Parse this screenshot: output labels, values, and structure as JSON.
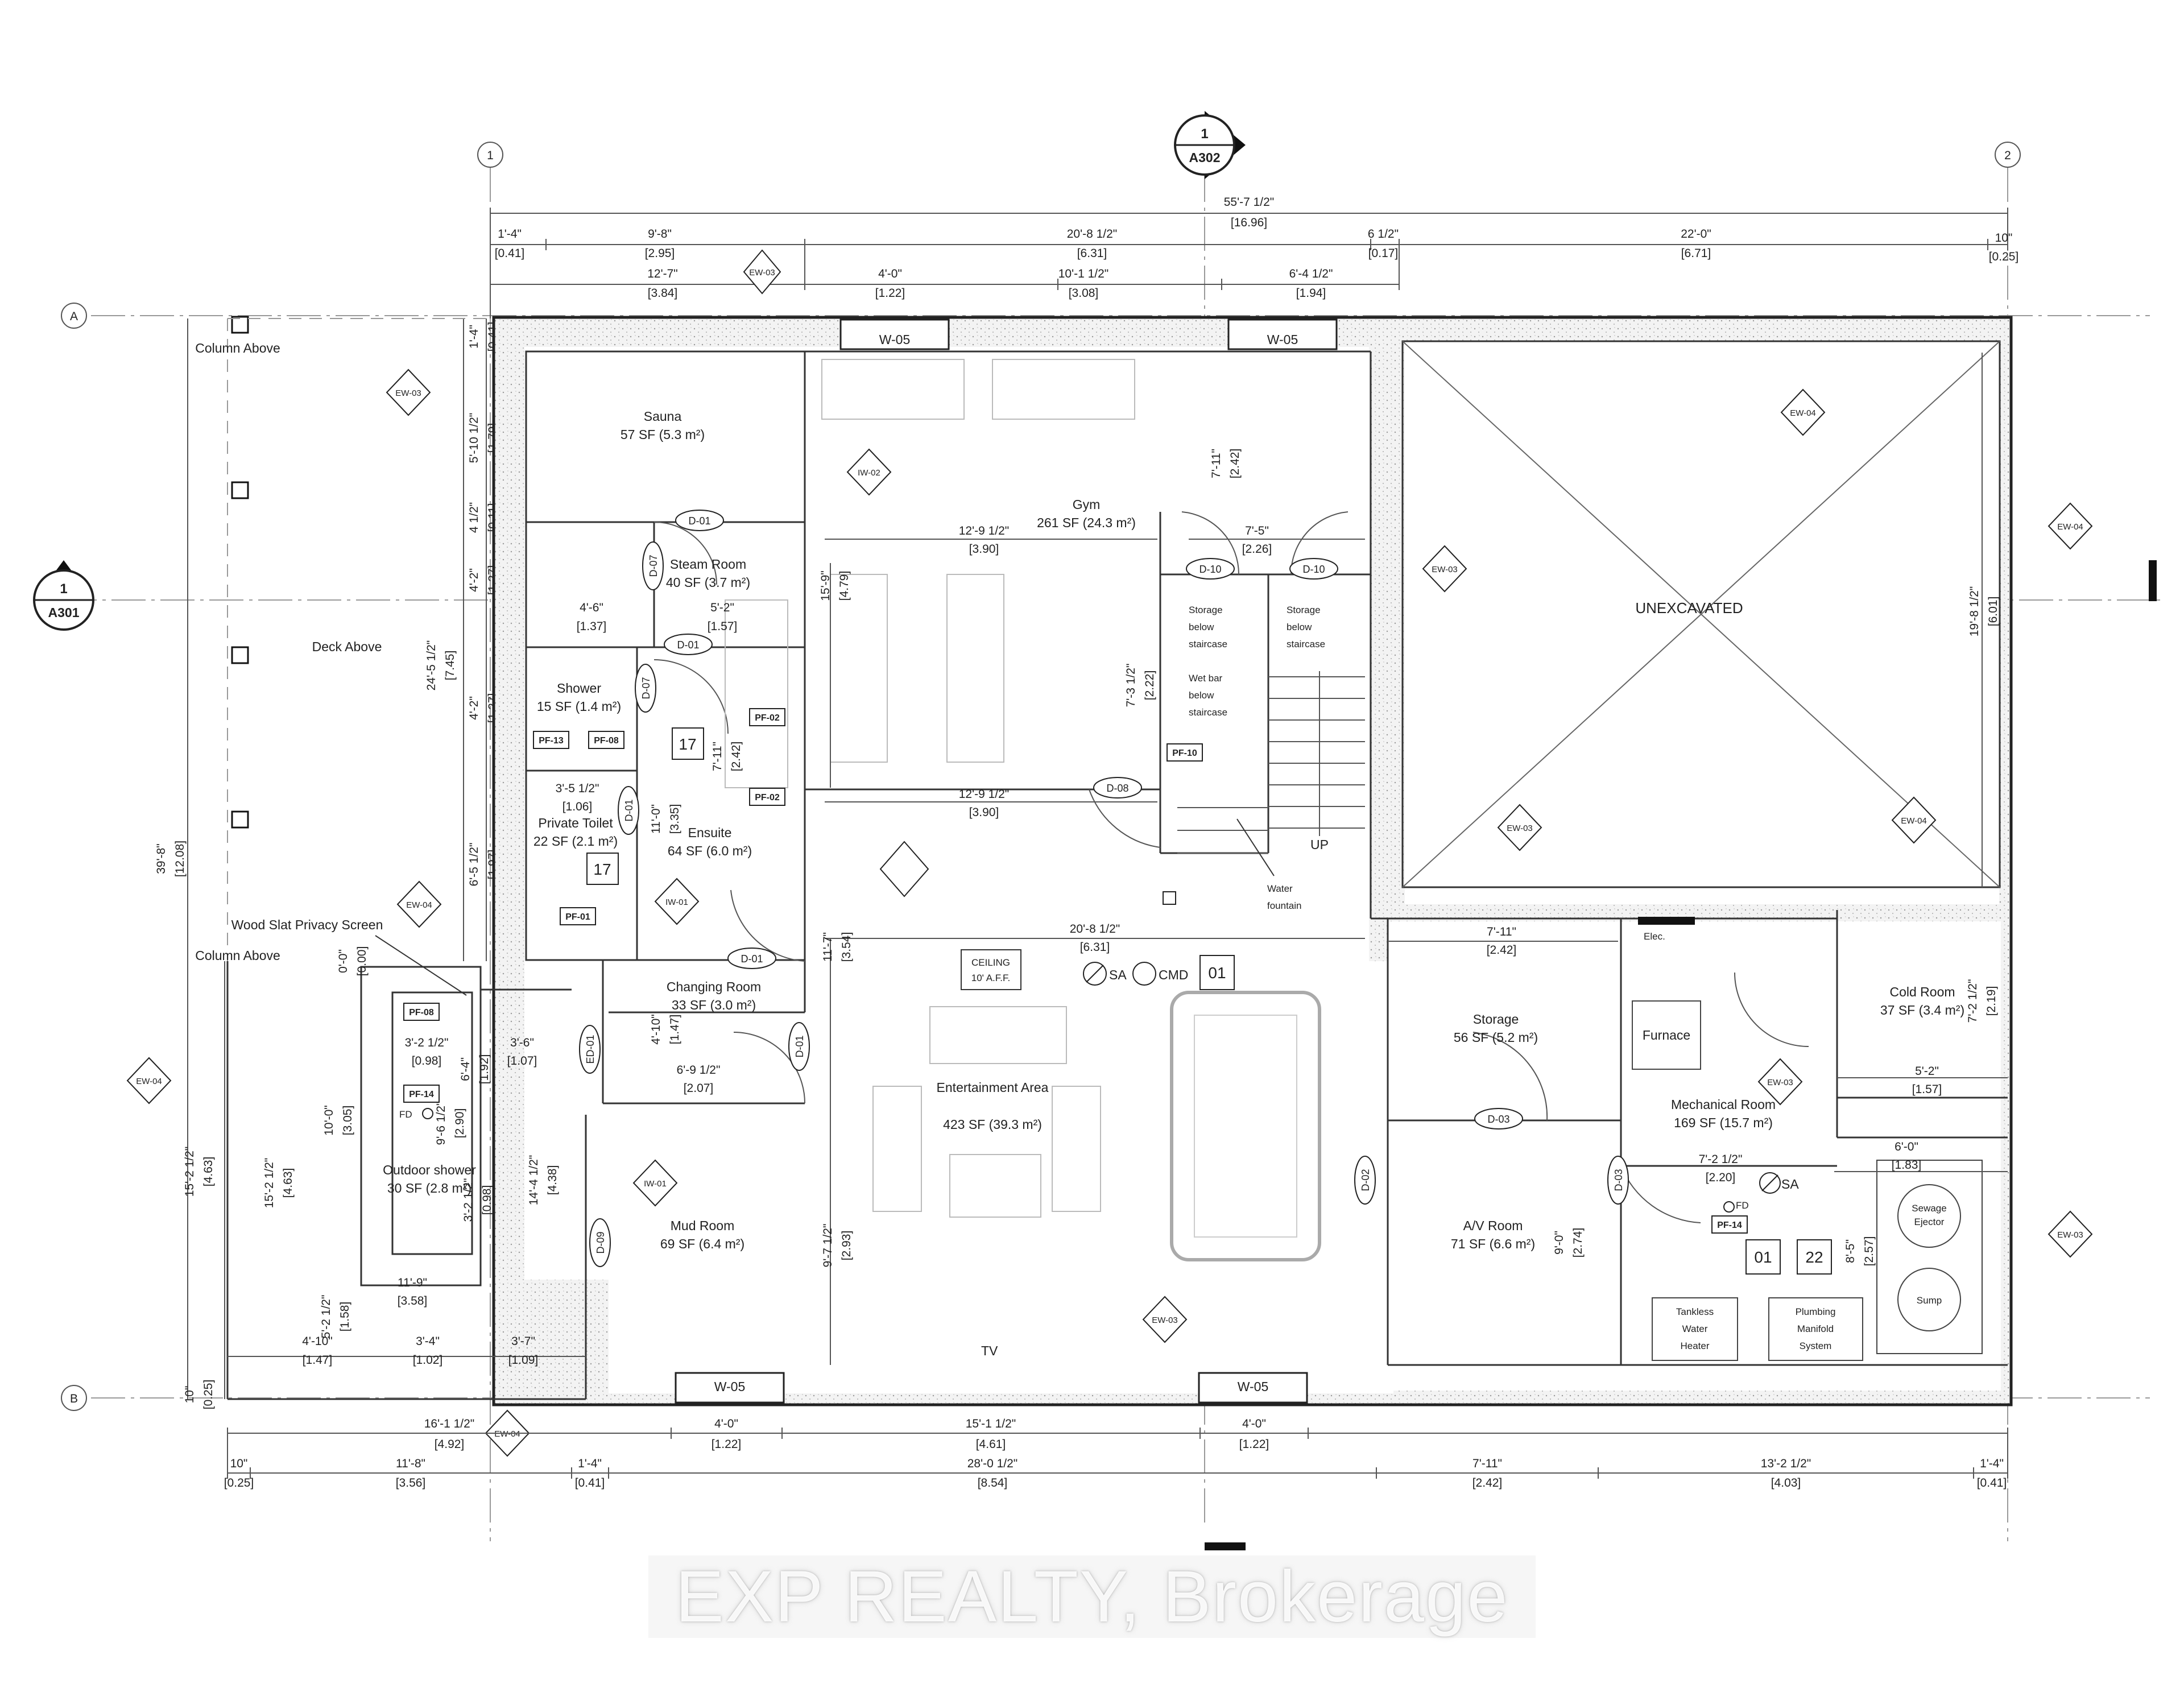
{
  "section_markers": [
    {
      "number": "1",
      "sheet": "A302"
    },
    {
      "number": "1",
      "sheet": "A301"
    }
  ],
  "grid_labels": [
    "1",
    "2",
    "A",
    "B"
  ],
  "rooms": [
    {
      "name": "Sauna",
      "area": "57 SF (5.3 m²)"
    },
    {
      "name": "Steam Room",
      "area": "40 SF (3.7 m²)"
    },
    {
      "name": "Shower",
      "area": "15 SF (1.4 m²)"
    },
    {
      "name": "Private Toilet",
      "area": "22 SF (2.1 m²)"
    },
    {
      "name": "Ensuite",
      "area": "64 SF (6.0 m²)"
    },
    {
      "name": "Changing Room",
      "area": "33 SF (3.0 m²)"
    },
    {
      "name": "Gym",
      "area": "261 SF (24.3 m²)"
    },
    {
      "name": "Entertainment Area",
      "area": "423 SF (39.3 m²)"
    },
    {
      "name": "Mud Room",
      "area": "69 SF (6.4 m²)"
    },
    {
      "name": "Storage",
      "area": "56 SF (5.2 m²)"
    },
    {
      "name": "A/V Room",
      "area": "71 SF (6.6 m²)"
    },
    {
      "name": "Mechanical Room",
      "area": "169 SF (15.7 m²)"
    },
    {
      "name": "Cold Room",
      "area": "37 SF (3.4 m²)"
    },
    {
      "name": "Outdoor shower",
      "area": "30 SF (2.8 m²)"
    }
  ],
  "labels": {
    "unexcavated": "UNEXCAVATED",
    "deck_above": "Deck Above",
    "column_above": "Column Above",
    "wood_slat": "Wood Slat Privacy Screen",
    "storage_stair_1": [
      "Storage",
      "below",
      "staircase"
    ],
    "storage_stair_2": [
      "Storage",
      "below",
      "staircase"
    ],
    "wet_bar": [
      "Wet bar",
      "below",
      "staircase"
    ],
    "water_fountain": [
      "Water",
      "fountain"
    ],
    "up": "UP",
    "tv": "TV",
    "elec": "Elec.",
    "furnace": "Furnace",
    "sewage": [
      "Sewage",
      "Ejector"
    ],
    "sump": "Sump",
    "tankless": [
      "Tankless",
      "Water",
      "Heater"
    ],
    "plumbing": [
      "Plumbing",
      "Manifold",
      "System"
    ],
    "ceiling": [
      "CEILING",
      "10' A.F.F."
    ],
    "sa": "SA",
    "cmd": "CMD",
    "fd": "FD"
  },
  "tags": {
    "windows": [
      "W-05",
      "W-05",
      "W-05",
      "W-05"
    ],
    "doors": [
      "D-01",
      "D-07",
      "D-01",
      "D-07",
      "D-01",
      "D-01",
      "D-01",
      "D-08",
      "D-10",
      "D-10",
      "D-03",
      "D-02",
      "D-03",
      "D-09",
      "ED-01"
    ],
    "walls": [
      "EW-03",
      "EW-03",
      "EW-03",
      "EW-03",
      "EW-03",
      "EW-03",
      "EW-04",
      "EW-04",
      "EW-04",
      "EW-04",
      "EW-04",
      "EW-04",
      "EW-03",
      "IW-02",
      "IW-01",
      "IW-01"
    ],
    "fixtures": [
      "PF-13",
      "PF-08",
      "PF-02",
      "PF-02",
      "PF-01",
      "PF-08",
      "PF-14",
      "PF-10",
      "PF-14"
    ],
    "keynotes": [
      "17",
      "17",
      "01",
      "01",
      "22"
    ]
  },
  "dimensions": {
    "overall_top": [
      "55'-7 1/2\"",
      "[16.96]"
    ],
    "top_row2": [
      [
        "1'-4\"",
        "[0.41]"
      ],
      [
        "9'-8\"",
        "[2.95]"
      ],
      [
        "20'-8 1/2\"",
        "[6.31]"
      ],
      [
        "6 1/2\"",
        "[0.17]"
      ],
      [
        "22'-0\"",
        "[6.71]"
      ],
      [
        "10\"",
        "[0.25]"
      ]
    ],
    "top_row3": [
      [
        "12'-7\"",
        "[3.84]"
      ],
      [
        "4'-0\"",
        "[1.22]"
      ],
      [
        "10'-1 1/2\"",
        "[3.08]"
      ],
      [
        "6'-4 1/2\"",
        "[1.94]"
      ]
    ],
    "left_vertical": [
      [
        "1'-4\"",
        "[0.41]"
      ],
      [
        "5'-10 1/2\"",
        "[1.79]"
      ],
      [
        "4 1/2\"",
        "[0.11]"
      ],
      [
        "4'-2\"",
        "[1.27]"
      ],
      [
        "4'-2\"",
        "[1.27]"
      ],
      [
        "6'-5 1/2\"",
        "[1.97]"
      ]
    ],
    "left_overall": [
      "24'-5 1/2\"",
      "[7.45]"
    ],
    "left_total": [
      "39'-8\"",
      "[12.08]"
    ],
    "left_lower": [
      "15'-2 1/2\"",
      "[4.63]"
    ],
    "interior": [
      [
        "12'-9 1/2\"",
        "[3.90]"
      ],
      [
        "12'-9 1/2\"",
        "[3.90]"
      ],
      [
        "7'-5\"",
        "[2.26]"
      ],
      [
        "7'-11\"",
        "[2.42]"
      ],
      [
        "15'-9\"",
        "[4.79]"
      ],
      [
        "7'-3 1/2\"",
        "[2.22]"
      ],
      [
        "20'-8 1/2\"",
        "[6.31]"
      ],
      [
        "11'-7\"",
        "[3.54]"
      ],
      [
        "4'-6\"",
        "[1.37]"
      ],
      [
        "5'-2\"",
        "[1.57]"
      ],
      [
        "3'-5 1/2\"",
        "[1.06]"
      ],
      [
        "11'-0\"",
        "[3.35]"
      ],
      [
        "7'-11\"",
        "[2.42]"
      ],
      [
        "6'-9 1/2\"",
        "[2.07]"
      ],
      [
        "4'-10\"",
        "[1.47]"
      ],
      [
        "3'-2 1/2\"",
        "[0.98]"
      ],
      [
        "3'-6\"",
        "[1.07]"
      ],
      [
        "9'-6 1/2\"",
        "[2.90]"
      ],
      [
        "6'-4\"",
        "[1.92]"
      ],
      [
        "14'-4 1/2\"",
        "[4.38]"
      ],
      [
        "3'-2 1/2\"",
        "[0.98]"
      ],
      [
        "10'-0\"",
        "[3.05]"
      ],
      [
        "15'-2 1/2\"",
        "[4.63]"
      ],
      [
        "11'-9\"",
        "[3.58]"
      ],
      [
        "5'-2 1/2\"",
        "[1.58]"
      ],
      [
        "9'-7 1/2\"",
        "[2.93]"
      ],
      [
        "19'-8 1/2\"",
        "[6.01]"
      ],
      [
        "7'-11\"",
        "[2.42]"
      ],
      [
        "7'-2 1/2\"",
        "[2.19]"
      ],
      [
        "5'-2\"",
        "[1.57]"
      ],
      [
        "6'-0\"",
        "[1.83]"
      ],
      [
        "7'-2 1/2\"",
        "[2.20]"
      ],
      [
        "9'-0\"",
        "[2.74]"
      ],
      [
        "8'-5\"",
        "[2.57]"
      ],
      [
        "0'-0\"",
        "[0.00]"
      ]
    ],
    "bottom_row1": [
      [
        "4'-10\"",
        "[1.47]"
      ],
      [
        "3'-4\"",
        "[1.02]"
      ],
      [
        "3'-7\"",
        "[1.09]"
      ]
    ],
    "bottom_row2": [
      [
        "16'-1 1/2\"",
        "[4.92]"
      ],
      [
        "4'-0\"",
        "[1.22]"
      ],
      [
        "15'-1 1/2\"",
        "[4.61]"
      ],
      [
        "4'-0\"",
        "[1.22]"
      ]
    ],
    "bottom_row3": [
      [
        "10\"",
        "[0.25]"
      ],
      [
        "11'-8\"",
        "[3.56]"
      ],
      [
        "1'-4\"",
        "[0.41]"
      ],
      [
        "28'-0 1/2\"",
        "[8.54]"
      ],
      [
        "7'-11\"",
        "[2.42]"
      ],
      [
        "13'-2 1/2\"",
        "[4.03]"
      ],
      [
        "1'-4\"",
        "[0.41]"
      ]
    ],
    "left_bottom": [
      "10\"",
      "[0.25]"
    ],
    "top_right_small": [
      "10\"",
      "[0.25]"
    ]
  },
  "watermark": "EXP REALTY, Brokerage"
}
